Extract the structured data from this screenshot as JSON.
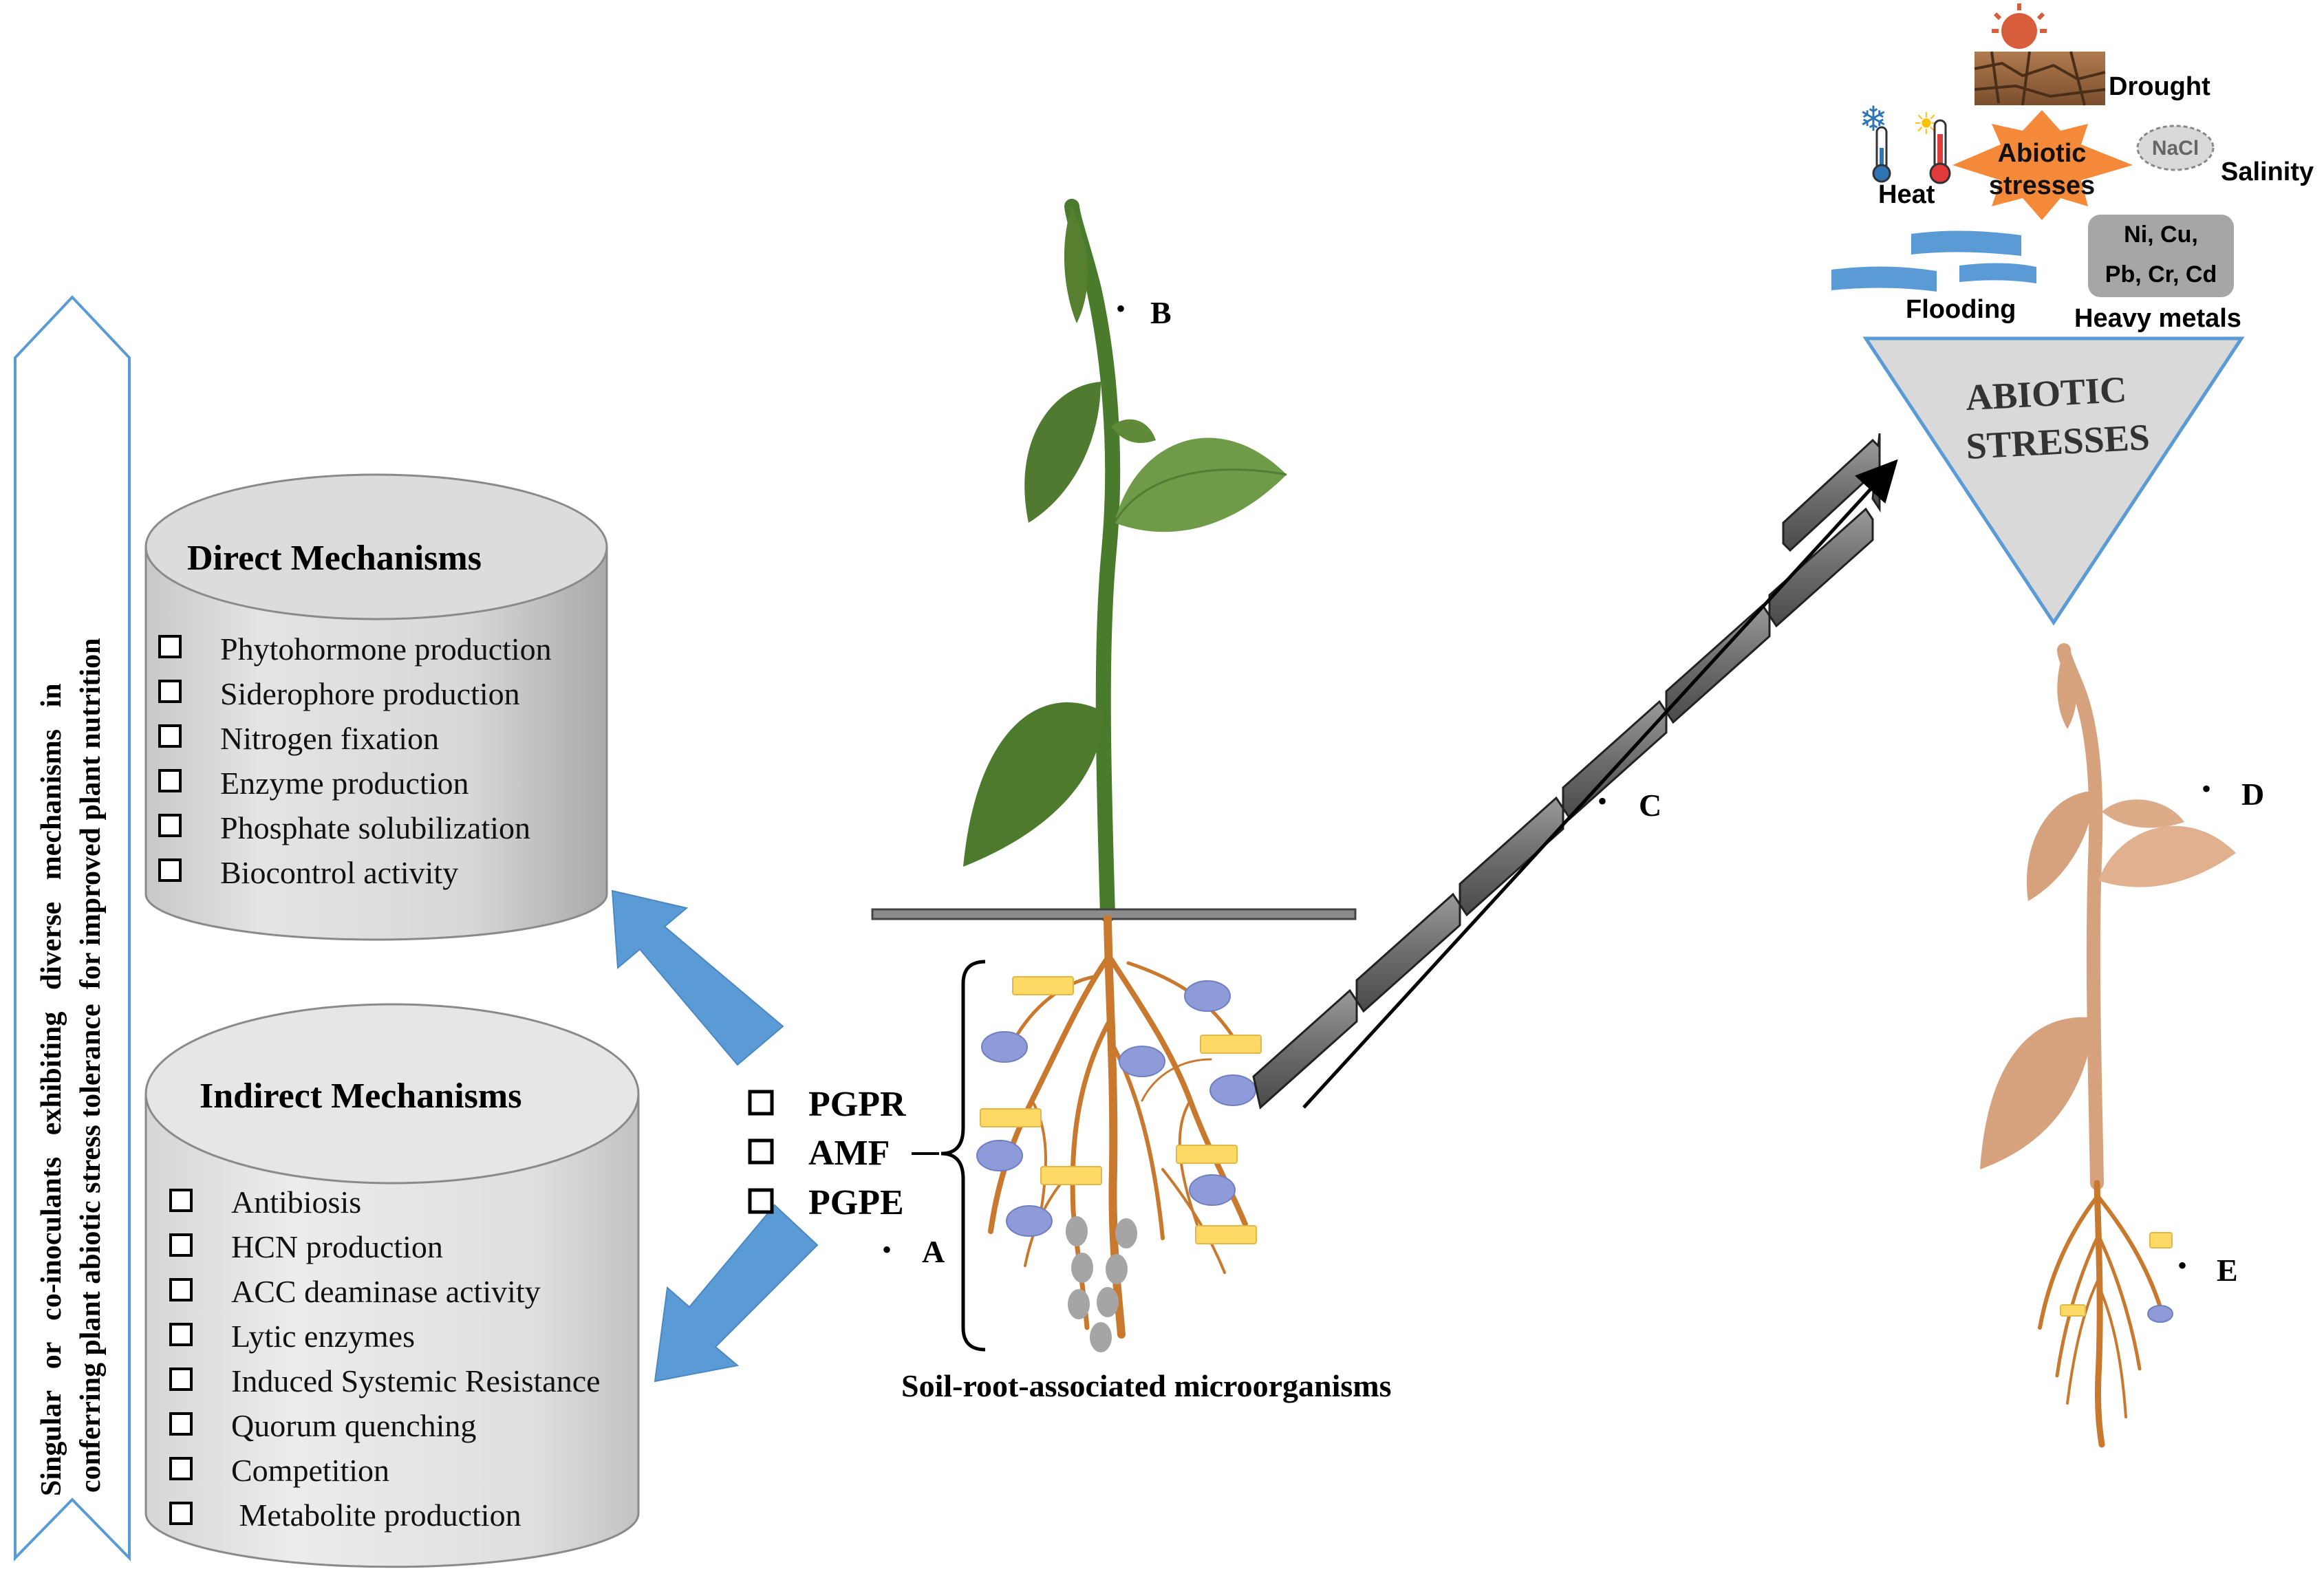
{
  "side_banner": {
    "line1": "Singular   or   co-inoculants   exhibiting   diverse   mechanisms   in",
    "line2": "conferring plant abiotic stress tolerance  for improved plant nutrition"
  },
  "direct": {
    "title": "Direct Mechanisms",
    "items": [
      "Phytohormone production",
      "Siderophore production",
      "Nitrogen fixation",
      "Enzyme production",
      "Phosphate solubilization",
      "Biocontrol activity"
    ]
  },
  "indirect": {
    "title": "Indirect Mechanisms",
    "items": [
      "Antibiosis",
      "HCN production",
      "ACC deaminase activity",
      "Lytic enzymes",
      "Induced Systemic Resistance",
      "Quorum quenching",
      "Competition",
      " Metabolite production"
    ]
  },
  "microbes": {
    "items": [
      "PGPR",
      "AMF",
      "PGPE"
    ],
    "caption": "Soil-root-associated microorganisms"
  },
  "point_labels": {
    "a": "A",
    "b": "B",
    "c": "C",
    "d": "D",
    "e": "E",
    "bullet": "•"
  },
  "stress_panel": {
    "center_line1": "Abiotic",
    "center_line2": "stresses",
    "drought": "Drought",
    "heat": "Heat",
    "salinity": "Salinity",
    "nacl": "NaCl",
    "flooding": "Flooding",
    "metals_line1": "Ni, Cu,",
    "metals_line2": "Pb, Cr, Cd",
    "metals_label": "Heavy metals"
  },
  "funnel": {
    "line1": "ABIOTIC",
    "line2": "STRESSES"
  },
  "colors": {
    "arrow_blue": "#5b9bd5",
    "plant_green": "#4a7a2c",
    "leaf_light": "#6f9b48",
    "root_orange": "#c8792e",
    "stressed_plant": "#d6a27e",
    "microbe_oval": "#8e9bd8",
    "microbe_rect": "#ffd966",
    "star_orange": "#f4893a",
    "funnel_grey": "#d9d9d9",
    "metal_box": "#a6a6a6",
    "water_blue": "#5b9bd5"
  }
}
